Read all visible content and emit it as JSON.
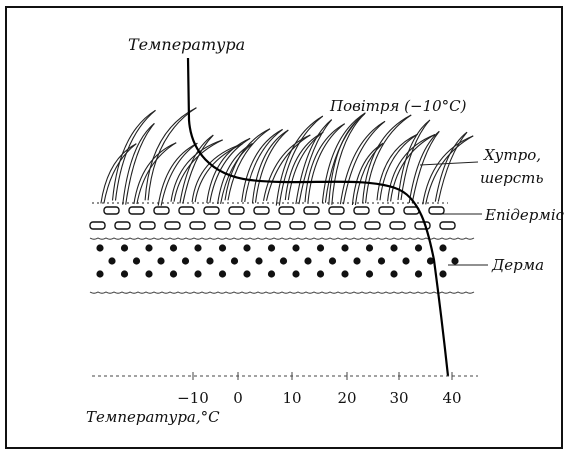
{
  "labels": {
    "curve_title": "Температура",
    "air": "Повітря (−10°C)",
    "fur_line1": "Хутро,",
    "fur_line2": "шерсть",
    "epidermis": "Епідерміс",
    "dermis": "Дерма",
    "axis_title": "Температура,°C"
  },
  "axis": {
    "ticks": [
      "−10",
      "0",
      "10",
      "20",
      "30",
      "40"
    ]
  },
  "chart_data": {
    "type": "line",
    "title": "Температура",
    "xlabel": "Температура,°C",
    "ticks": [
      -10,
      0,
      10,
      20,
      30,
      40
    ],
    "layers": [
      "Повітря (−10°C)",
      "Хутро, шерсть",
      "Епідерміс",
      "Дерма"
    ]
  },
  "colors": {
    "ink": "#111111",
    "background": "#ffffff"
  }
}
